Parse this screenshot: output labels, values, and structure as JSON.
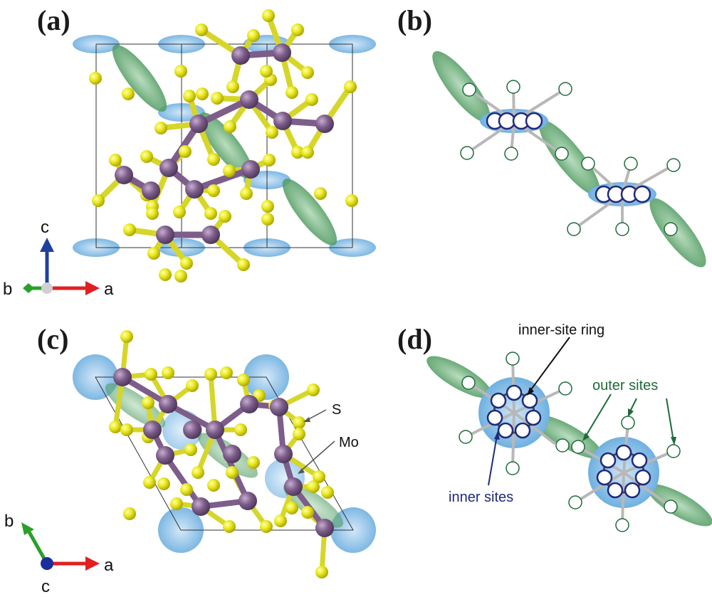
{
  "colors": {
    "sulfur": "#e4e21a",
    "molybdenum": "#8a6a95",
    "bond_mo": "#8a6a95",
    "bond_s": "#dcdc2a",
    "inner_region": "#7fb9e6",
    "outer_region": "#5a9e6a",
    "axis_a": "#e02020",
    "axis_b": "#2aa02a",
    "axis_c": "#2040a0",
    "inner_site": "#1f2a7a",
    "outer_site": "#1e6a3a"
  },
  "panels": {
    "a": {
      "label": "(a)",
      "axes": {
        "vertical": "c",
        "horizontal": "a",
        "depth": "b"
      }
    },
    "b": {
      "label": "(b)"
    },
    "c": {
      "label": "(c)",
      "axes": {
        "vertical": "b",
        "horizontal": "a",
        "depth": "c"
      },
      "atom_labels": {
        "sulfur": "S",
        "molybdenum": "Mo"
      }
    },
    "d": {
      "label": "(d)",
      "annotations": {
        "ring": "inner-site ring",
        "outer": "outer sites",
        "inner": "inner sites"
      }
    }
  }
}
